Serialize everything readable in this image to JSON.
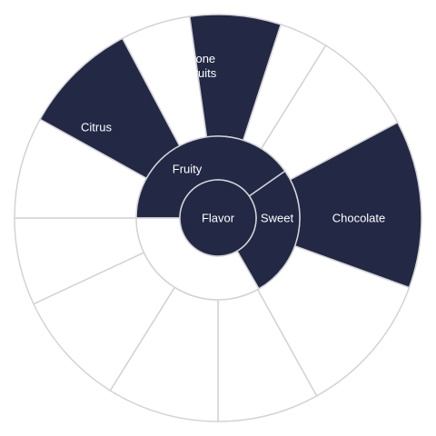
{
  "colors": {
    "selected": "#232845",
    "unselected": "#ffffff",
    "stroke": "#d3d3d6",
    "label": "#ffffff"
  },
  "wheel": {
    "center": {
      "label": "Flavor",
      "selected": true
    },
    "inner": [
      {
        "label": "Fruity",
        "selected": true
      },
      {
        "label": "Sweet",
        "selected": true
      },
      {
        "label": "",
        "selected": false
      }
    ],
    "outer": [
      {
        "label": "Citrus",
        "selected": true
      },
      {
        "label": "",
        "selected": false
      },
      {
        "label": "Stone Fruits",
        "label_lines": [
          "Stone",
          "Fruits"
        ],
        "selected": true
      },
      {
        "label": "",
        "selected": false
      },
      {
        "label": "",
        "selected": false
      },
      {
        "label": "Chocolate",
        "selected": true
      },
      {
        "label": "",
        "selected": false
      },
      {
        "label": "",
        "selected": false
      },
      {
        "label": "",
        "selected": false
      },
      {
        "label": "",
        "selected": false
      },
      {
        "label": "",
        "selected": false
      },
      {
        "label": "",
        "selected": false
      }
    ]
  }
}
